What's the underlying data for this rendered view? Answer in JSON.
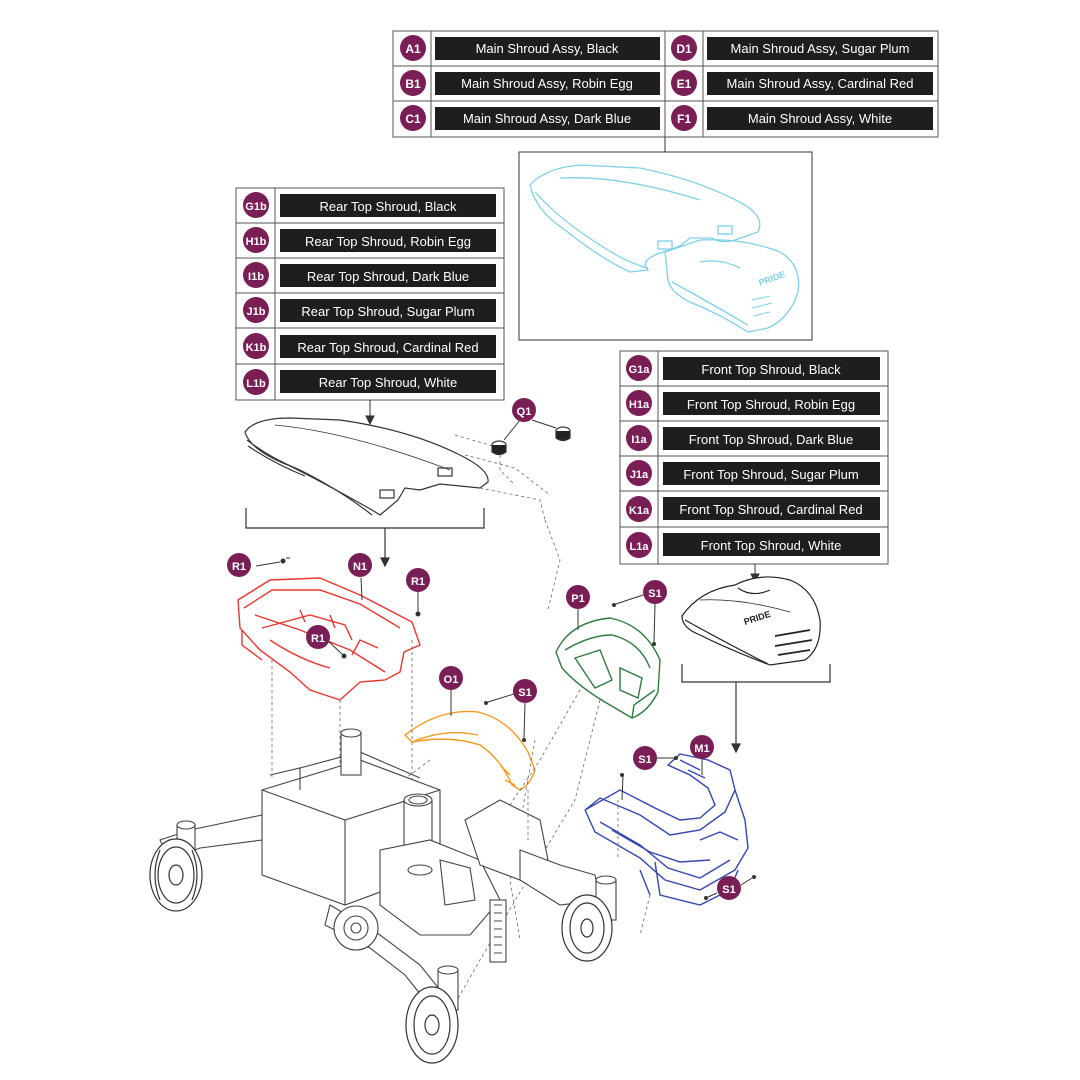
{
  "colors": {
    "badge": "#7a1f55",
    "label_bg": "#1e1e1e",
    "label_text": "#ffffff",
    "line": "#3a3a3a",
    "main_shroud": "#7fd0e6",
    "rear_tray": "#e8362f",
    "fender_orange": "#f39a1e",
    "fender_green": "#2f7a3e",
    "front_bumper": "#3446b0"
  },
  "main_shroud_table": {
    "rows": [
      {
        "left_code": "A1",
        "left_label": "Main Shroud Assy, Black",
        "right_code": "D1",
        "right_label": "Main Shroud Assy, Sugar Plum"
      },
      {
        "left_code": "B1",
        "left_label": "Main Shroud Assy, Robin Egg",
        "right_code": "E1",
        "right_label": "Main Shroud Assy, Cardinal Red"
      },
      {
        "left_code": "C1",
        "left_label": "Main Shroud Assy, Dark Blue",
        "right_code": "F1",
        "right_label": "Main Shroud Assy, White"
      }
    ]
  },
  "rear_top_table": {
    "rows": [
      {
        "code": "G1b",
        "label": "Rear Top Shroud, Black"
      },
      {
        "code": "H1b",
        "label": "Rear Top Shroud, Robin Egg"
      },
      {
        "code": "I1b",
        "label": "Rear Top Shroud, Dark Blue"
      },
      {
        "code": "J1b",
        "label": "Rear Top Shroud, Sugar Plum"
      },
      {
        "code": "K1b",
        "label": "Rear Top Shroud, Cardinal Red"
      },
      {
        "code": "L1b",
        "label": "Rear Top Shroud, White"
      }
    ]
  },
  "front_top_table": {
    "rows": [
      {
        "code": "G1a",
        "label": "Front Top Shroud, Black"
      },
      {
        "code": "H1a",
        "label": "Front Top Shroud, Robin Egg"
      },
      {
        "code": "I1a",
        "label": "Front Top Shroud, Dark Blue"
      },
      {
        "code": "J1a",
        "label": "Front Top Shroud, Sugar Plum"
      },
      {
        "code": "K1a",
        "label": "Front Top Shroud, Cardinal Red"
      },
      {
        "code": "L1a",
        "label": "Front Top Shroud, White"
      }
    ]
  },
  "callouts": {
    "q1": "Q1",
    "r1_left": "R1",
    "n1": "N1",
    "r1_right": "R1",
    "r1_inner": "R1",
    "o1": "O1",
    "s1_orange": "S1",
    "p1": "P1",
    "s1_green": "S1",
    "s1_blue": "S1",
    "m1": "M1",
    "s1_bottom": "S1"
  },
  "logo_text": {
    "main_shroud": "PRIDE",
    "front_shroud": "PRIDE"
  }
}
